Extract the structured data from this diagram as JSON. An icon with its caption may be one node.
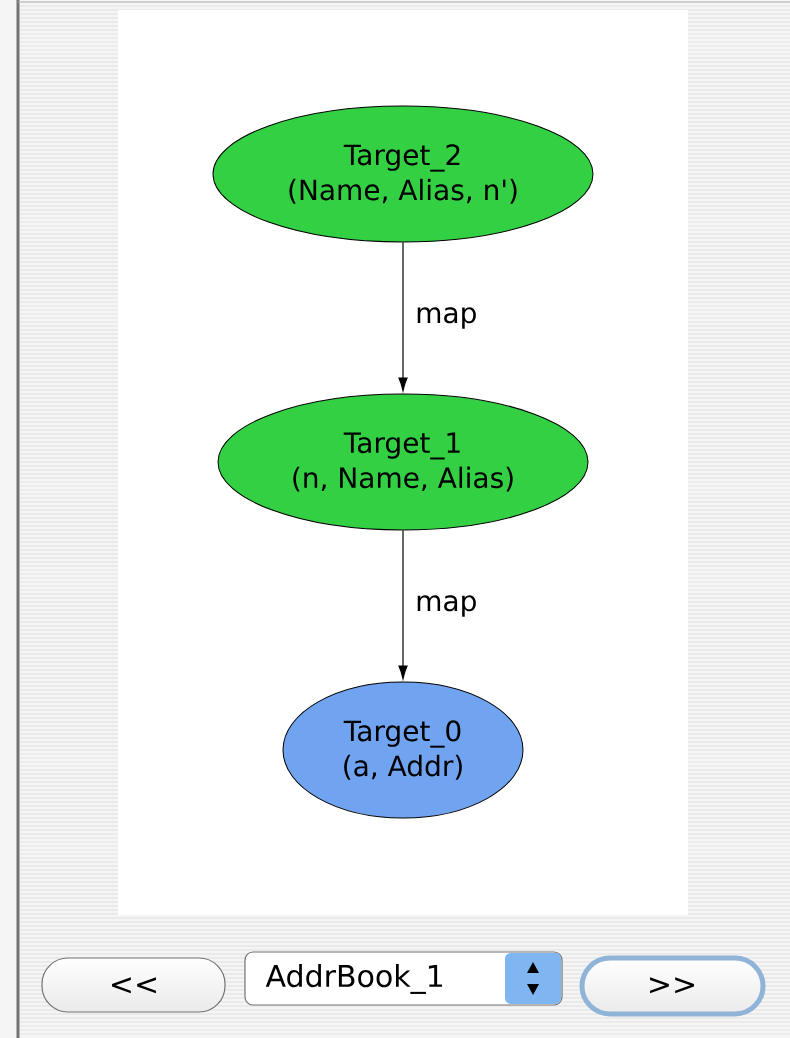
{
  "diagram": {
    "nodes": [
      {
        "text": [
          "Target_2",
          "(Name, Alias, n')"
        ]
      },
      {
        "text": [
          "Target_1",
          "(n, Name, Alias)"
        ]
      },
      {
        "text": [
          "Target_0",
          "(a, Addr)"
        ]
      }
    ],
    "edges": [
      {
        "from": 0,
        "to": 1,
        "arrow": "to",
        "label": "map"
      },
      {
        "from": 1,
        "to": 2,
        "arrow": "to",
        "label": "map"
      }
    ],
    "labels": [
      "<<",
      "AddrBook_1",
      ">>"
    ]
  }
}
